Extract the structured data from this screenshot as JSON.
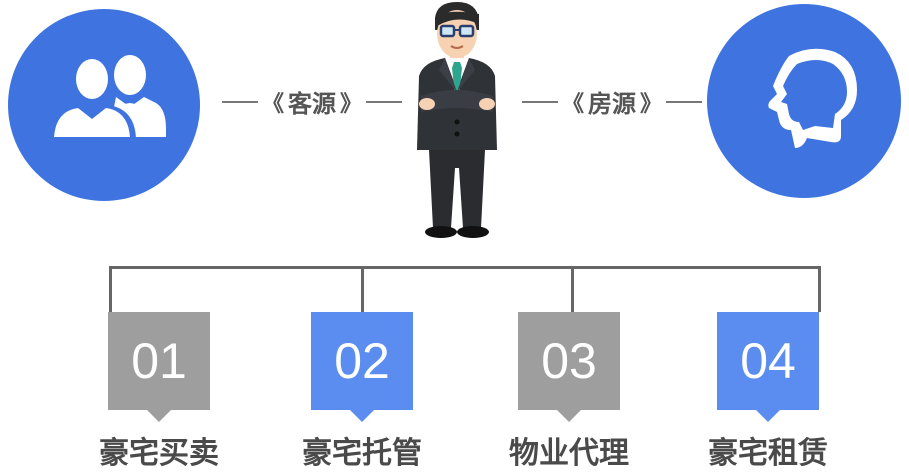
{
  "links": {
    "left": "客源",
    "right": "房源"
  },
  "services": [
    {
      "number": "01",
      "label": "豪宅买卖",
      "color": "#9e9e9e"
    },
    {
      "number": "02",
      "label": "豪宅托管",
      "color": "#5b8cf0"
    },
    {
      "number": "03",
      "label": "物业代理",
      "color": "#9e9e9e"
    },
    {
      "number": "04",
      "label": "豪宅租赁",
      "color": "#5b8cf0"
    }
  ],
  "icons": {
    "left": "people-icon",
    "center": "businessman-illustration",
    "right": "speaking-head-icon"
  },
  "colors": {
    "circle": "#3f74e0",
    "connector": "#666666"
  }
}
